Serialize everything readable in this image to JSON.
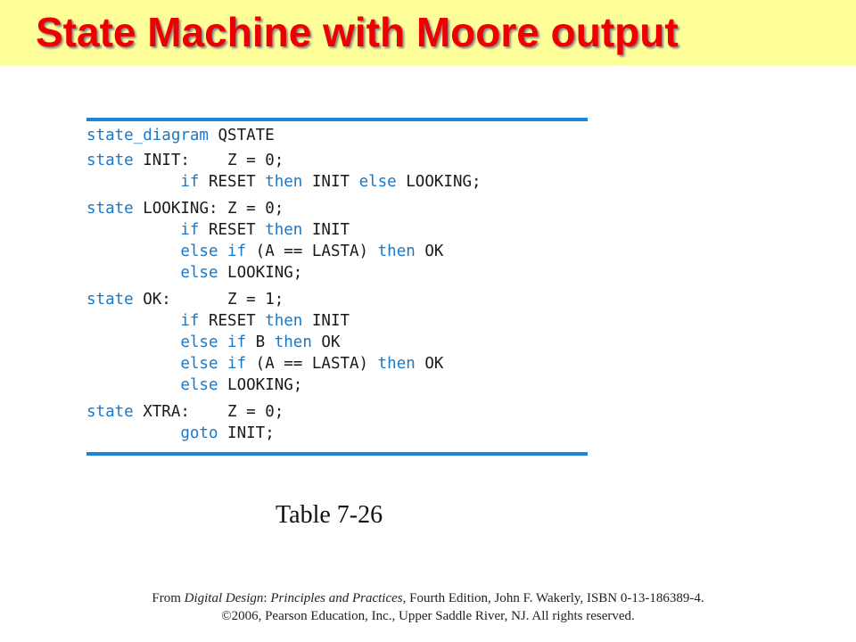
{
  "slide": {
    "title": "State Machine with Moore output",
    "caption": "Table 7-26",
    "colors": {
      "title": "#ee0000",
      "title_bg": "#ffff99",
      "keyword": "#1a78c8",
      "rule": "#1a88d8"
    }
  },
  "code_lines": [
    [
      {
        "t": "state_diagram",
        "k": true
      },
      {
        "t": " QSTATE",
        "k": false
      }
    ],
    [
      {
        "t": "state",
        "k": true
      },
      {
        "t": " INIT:    Z = 0;",
        "k": false
      }
    ],
    [
      {
        "t": "          ",
        "k": false
      },
      {
        "t": "if",
        "k": true
      },
      {
        "t": " RESET ",
        "k": false
      },
      {
        "t": "then",
        "k": true
      },
      {
        "t": " INIT ",
        "k": false
      },
      {
        "t": "else",
        "k": true
      },
      {
        "t": " LOOKING;",
        "k": false
      }
    ],
    [
      {
        "t": "state",
        "k": true
      },
      {
        "t": " LOOKING: Z = 0;",
        "k": false
      }
    ],
    [
      {
        "t": "          ",
        "k": false
      },
      {
        "t": "if",
        "k": true
      },
      {
        "t": " RESET ",
        "k": false
      },
      {
        "t": "then",
        "k": true
      },
      {
        "t": " INIT",
        "k": false
      }
    ],
    [
      {
        "t": "          ",
        "k": false
      },
      {
        "t": "else if",
        "k": true
      },
      {
        "t": " (A == LASTA) ",
        "k": false
      },
      {
        "t": "then",
        "k": true
      },
      {
        "t": " OK",
        "k": false
      }
    ],
    [
      {
        "t": "          ",
        "k": false
      },
      {
        "t": "else",
        "k": true
      },
      {
        "t": " LOOKING;",
        "k": false
      }
    ],
    [
      {
        "t": "state",
        "k": true
      },
      {
        "t": " OK:      Z = 1;",
        "k": false
      }
    ],
    [
      {
        "t": "          ",
        "k": false
      },
      {
        "t": "if",
        "k": true
      },
      {
        "t": " RESET ",
        "k": false
      },
      {
        "t": "then",
        "k": true
      },
      {
        "t": " INIT",
        "k": false
      }
    ],
    [
      {
        "t": "          ",
        "k": false
      },
      {
        "t": "else if",
        "k": true
      },
      {
        "t": " B ",
        "k": false
      },
      {
        "t": "then",
        "k": true
      },
      {
        "t": " OK",
        "k": false
      }
    ],
    [
      {
        "t": "          ",
        "k": false
      },
      {
        "t": "else if",
        "k": true
      },
      {
        "t": " (A == LASTA) ",
        "k": false
      },
      {
        "t": "then",
        "k": true
      },
      {
        "t": " OK",
        "k": false
      }
    ],
    [
      {
        "t": "          ",
        "k": false
      },
      {
        "t": "else",
        "k": true
      },
      {
        "t": " LOOKING;",
        "k": false
      }
    ],
    [
      {
        "t": "state",
        "k": true
      },
      {
        "t": " XTRA:    Z = 0;",
        "k": false
      }
    ],
    [
      {
        "t": "          ",
        "k": false
      },
      {
        "t": "goto",
        "k": true
      },
      {
        "t": " INIT;",
        "k": false
      }
    ]
  ],
  "credit": {
    "prefix": "From ",
    "book": "Digital Design",
    "sep": ": ",
    "subtitle": "Principles and Practices",
    "rest": ", Fourth Edition, John F. Wakerly, ISBN 0-13-186389-4.",
    "line2": "©2006, Pearson Education, Inc., Upper Saddle River, NJ. All rights reserved."
  }
}
